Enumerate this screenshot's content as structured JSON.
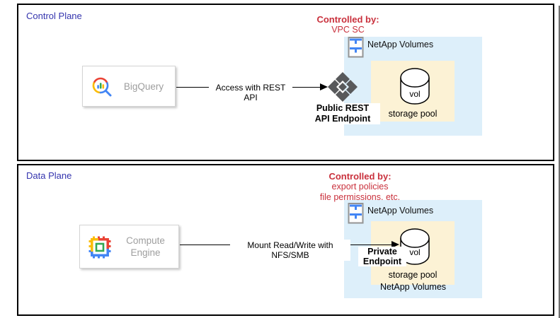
{
  "colors": {
    "plane_border": "#000000",
    "plane_title": "#3434ae",
    "annotation_red": "#c9303c",
    "netapp_box_fill": "#ddeffa",
    "storage_pool_fill": "#fcf2d5",
    "endpoint_icon_gray": "#58595b",
    "service_label_gray": "#9e9e9e",
    "google_blue": "#4285f4",
    "google_red": "#ea4335",
    "google_yellow": "#fbbc05",
    "google_green": "#34a853"
  },
  "icons": {
    "bigquery": "magnifying-glass-with-chart-bars",
    "compute_engine": "cpu-chip",
    "netapp_volumes": "storage-drawers",
    "api_endpoint": "diamond-with-four-chevrons",
    "volume": "database-cylinder",
    "arrowhead": "right-arrowhead"
  },
  "control_plane": {
    "title": "Control Plane",
    "controlled_by_title": "Controlled by:",
    "controlled_by_lines": [
      "VPC SC"
    ],
    "service_name": "BigQuery",
    "arrow_label": "Access with REST API",
    "endpoint_lines": [
      "Public REST",
      "API Endpoint"
    ],
    "netapp_label": "NetApp Volumes",
    "volume_label": "vol",
    "storage_pool_label": "storage pool"
  },
  "data_plane": {
    "title": "Data Plane",
    "controlled_by_title": "Controlled by:",
    "controlled_by_lines": [
      "export policies",
      "file permissions, etc."
    ],
    "service_lines": [
      "Compute",
      "Engine"
    ],
    "arrow_label": "Mount Read/Write with NFS/SMB",
    "endpoint_lines": [
      "Private",
      "Endpoint"
    ],
    "netapp_label": "NetApp Volumes",
    "volume_label": "vol",
    "storage_pool_label": "storage pool",
    "netapp_bottom_label": "NetApp Volumes"
  }
}
